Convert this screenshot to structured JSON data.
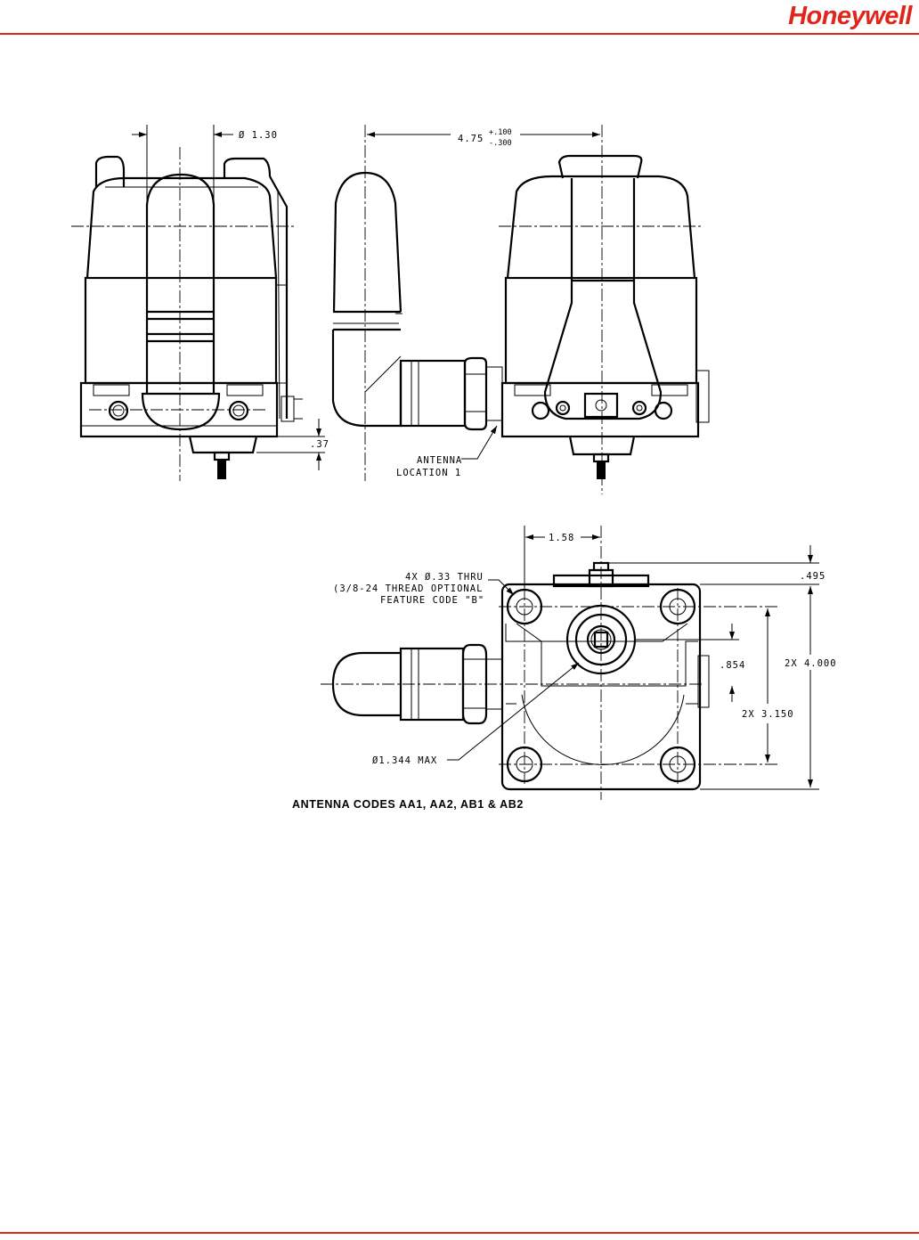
{
  "header": {
    "brand": "Honeywell",
    "brand_color": "#e1251b"
  },
  "drawing": {
    "dims": {
      "d_130": "Ø 1.30",
      "d_475": "4.75",
      "d_475_plus": "+.100",
      "d_475_minus": "-.300",
      "d_037": ".37",
      "antenna_loc_1": "ANTENNA",
      "antenna_loc_2": "LOCATION 1",
      "d_158": "1.58",
      "hole_1": "4X Ø.33 THRU",
      "hole_2": "(3/8-24 THREAD OPTIONAL",
      "hole_3": "FEATURE CODE \"B\"",
      "d_495": ".495",
      "d_854": ".854",
      "d_4000": "2X 4.000",
      "d_3150": "2X 3.150",
      "d_1344": "Ø1.344 MAX"
    },
    "caption": "ANTENNA CODES AA1, AA2, AB1 & AB2"
  }
}
